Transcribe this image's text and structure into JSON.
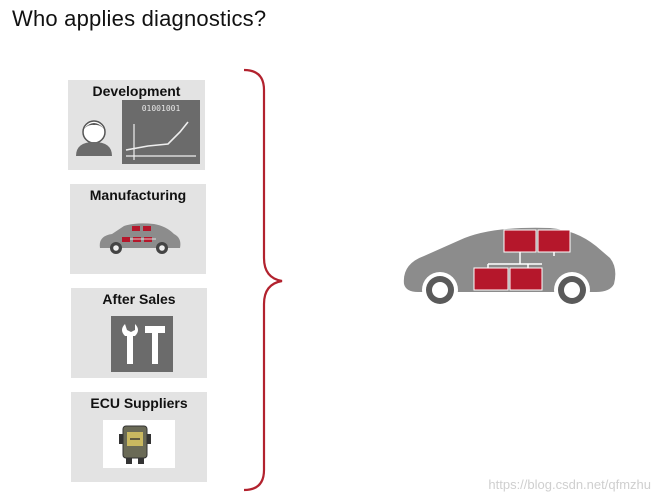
{
  "title": "Who applies diagnostics?",
  "cards": [
    {
      "label": "Development",
      "icon": "developer-chart-icon",
      "binary": "01001001"
    },
    {
      "label": "Manufacturing",
      "icon": "production-car-icon"
    },
    {
      "label": "After Sales",
      "icon": "tools-icon"
    },
    {
      "label": "ECU Suppliers",
      "icon": "ecu-module-icon"
    }
  ],
  "watermark": "https://blog.csdn.net/qfmzhu",
  "colors": {
    "card_bg": "#e3e3e3",
    "ecu_red": "#b5172b",
    "car_gray": "#8c8c8c",
    "brace": "#b2222e",
    "icon_dark": "#6b6b6b"
  }
}
